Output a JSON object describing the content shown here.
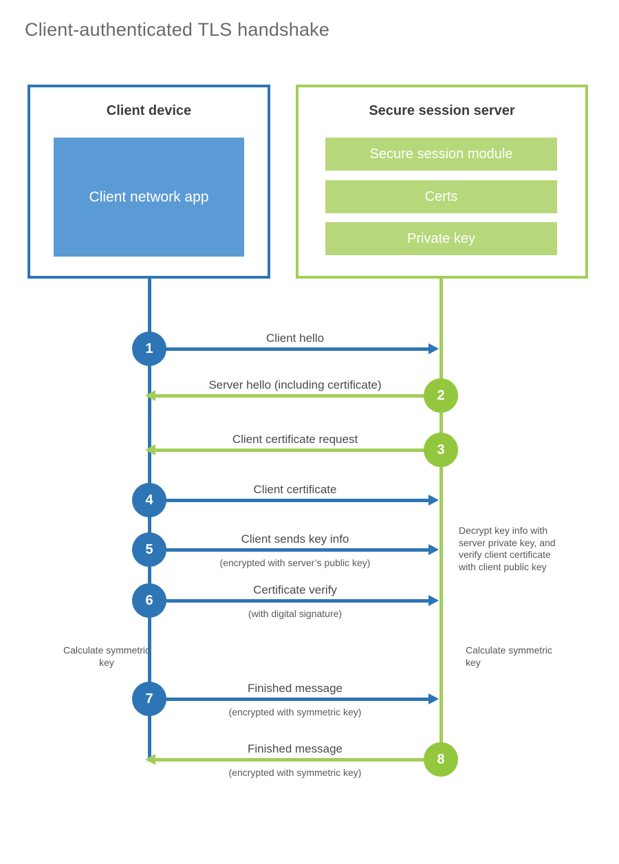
{
  "title": "Client-authenticated TLS handshake",
  "colors": {
    "client_accent": "#2e75b6",
    "client_fill": "#5b9bd5",
    "server_accent": "#a2ce58",
    "server_circle": "#93c83e",
    "server_fill": "#b6d87a",
    "text_dark": "#3d3d3d",
    "text_gray": "#595959"
  },
  "client_box": {
    "title": "Client device",
    "app_label": "Client network app"
  },
  "server_box": {
    "title": "Secure session server",
    "modules": [
      "Secure session module",
      "Certs",
      "Private key"
    ]
  },
  "messages": [
    {
      "number": "1",
      "label": "Client hello",
      "from": "client",
      "to": "server",
      "color": "blue"
    },
    {
      "number": "2",
      "label": "Server hello (including certificate)",
      "from": "server",
      "to": "client",
      "color": "green"
    },
    {
      "number": "3",
      "label": "Client certificate request",
      "from": "server",
      "to": "client",
      "color": "green"
    },
    {
      "number": "4",
      "label": "Client certificate",
      "from": "client",
      "to": "server",
      "color": "blue"
    },
    {
      "number": "5",
      "label": "Client sends key info",
      "sublabel": "(encrypted with server’s public key)",
      "from": "client",
      "to": "server",
      "color": "blue"
    },
    {
      "number": "6",
      "label": "Certificate verify",
      "sublabel": "(with digital signature)",
      "from": "client",
      "to": "server",
      "color": "blue"
    },
    {
      "number": "7",
      "label": "Finished message",
      "sublabel": "(encrypted with symmetric key)",
      "from": "client",
      "to": "server",
      "color": "blue"
    },
    {
      "number": "8",
      "label": "Finished message",
      "sublabel": "(encrypted with symmetric key)",
      "from": "server",
      "to": "client",
      "color": "green"
    }
  ],
  "notes": {
    "decrypt": "Decrypt key info with server private key, and verify client certificate with client public key",
    "calc_left": "Calculate symmetric key",
    "calc_right": "Calculate symmetric key"
  }
}
